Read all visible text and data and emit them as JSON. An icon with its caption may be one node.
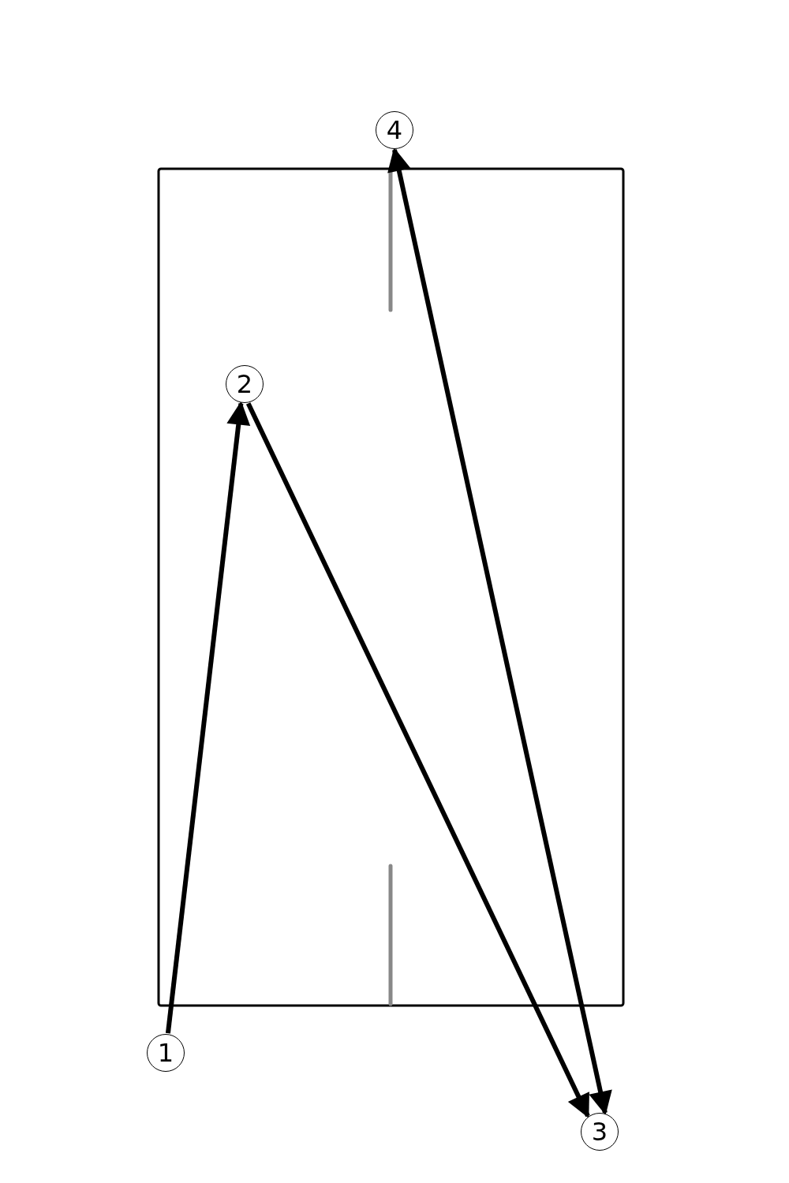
{
  "diagram": {
    "nodes": [
      {
        "text": [
          "1"
        ]
      },
      {
        "text": [
          "2"
        ]
      },
      {
        "text": [
          "3"
        ]
      },
      {
        "text": [
          "4"
        ]
      }
    ],
    "edges": [
      {
        "from": 0,
        "to": 1,
        "arrow": "to"
      },
      {
        "from": 1,
        "to": 2,
        "arrow": "to"
      },
      {
        "from": 2,
        "to": 3,
        "arrow": "both"
      }
    ]
  }
}
